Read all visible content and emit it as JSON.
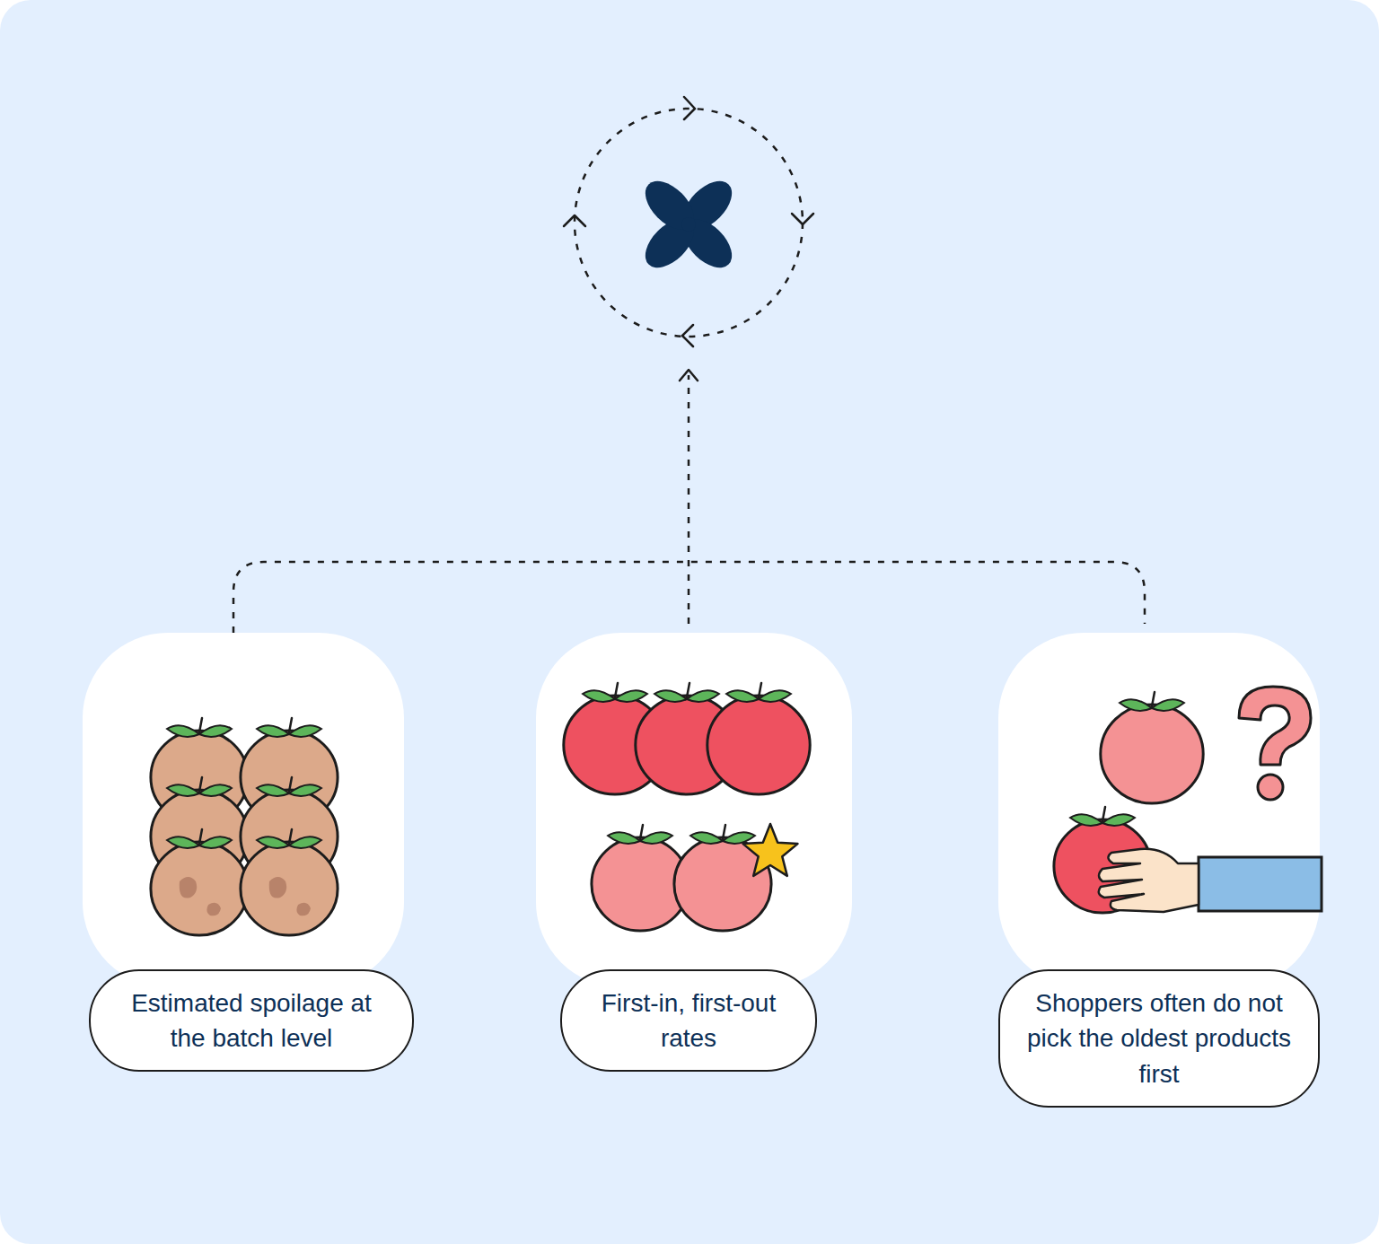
{
  "diagram": {
    "nodes": [
      {
        "text": [
          "Estimated spoilage at the batch level"
        ]
      },
      {
        "text": [
          "First-in, first-out rates"
        ]
      },
      {
        "text": [
          "Shoppers often do not pick the oldest products first"
        ]
      }
    ]
  }
}
